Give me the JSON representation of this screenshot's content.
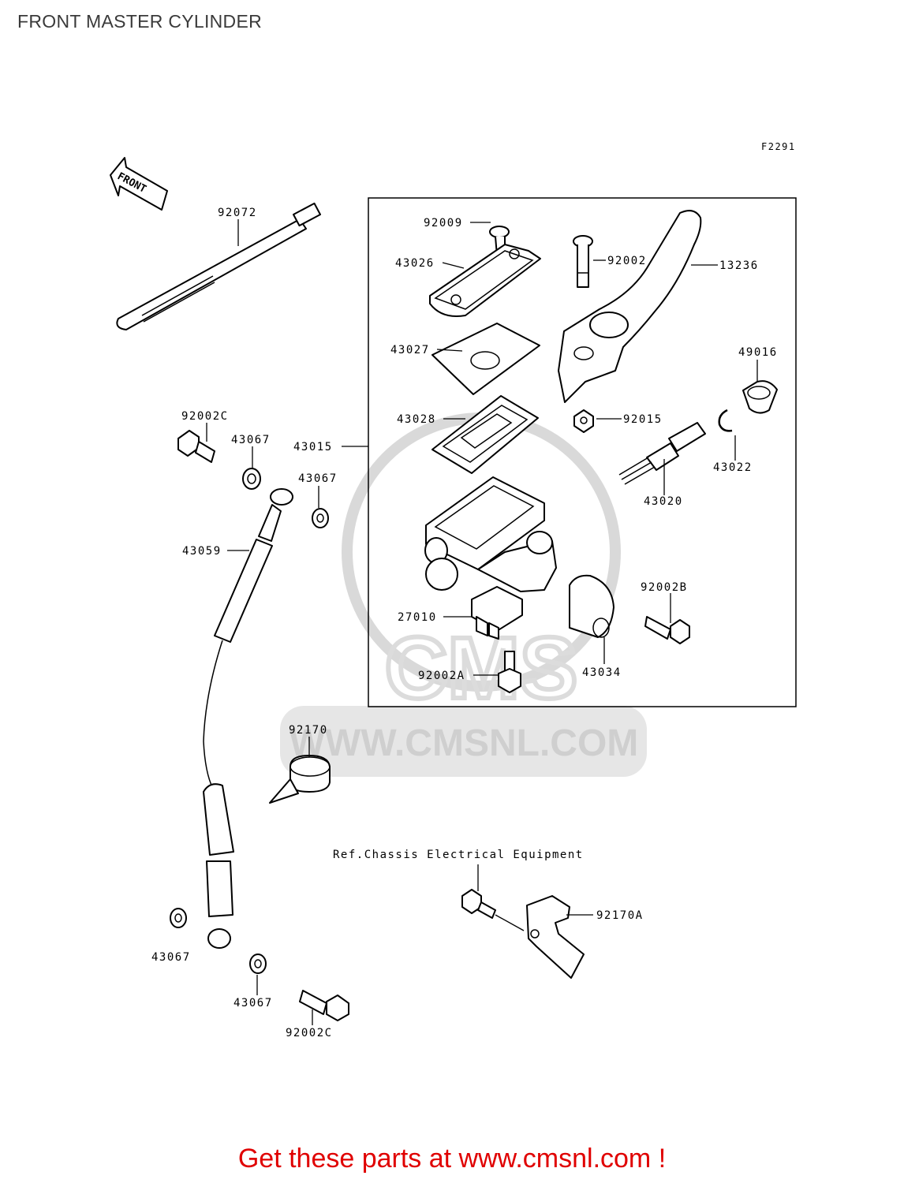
{
  "page": {
    "title": "FRONT MASTER CYLINDER"
  },
  "diagram": {
    "figure_code": "F2291",
    "front_arrow_text": "FRONT",
    "reference_note": "Ref.Chassis Electrical Equipment",
    "watermark_text": "WWW.CMSNL.COM",
    "watermark_logo_text": "CMS",
    "part_labels": {
      "p92072": "92072",
      "p92009": "92009",
      "p43026": "43026",
      "p92002": "92002",
      "p13236": "13236",
      "p43027": "43027",
      "p49016": "49016",
      "p43028": "43028",
      "p92015": "92015",
      "p92002c_top": "92002C",
      "p43067_a": "43067",
      "p43015": "43015",
      "p43067_b": "43067",
      "p43022": "43022",
      "p43020": "43020",
      "p43059": "43059",
      "p92002b": "92002B",
      "p27010": "27010",
      "p43034": "43034",
      "p92002a": "92002A",
      "p92170": "92170",
      "p92170a": "92170A",
      "p43067_c": "43067",
      "p43067_d": "43067",
      "p92002c_bottom": "92002C"
    }
  },
  "footer": {
    "text": "Get these parts at www.cmsnl.com !",
    "color": "#e00000"
  }
}
